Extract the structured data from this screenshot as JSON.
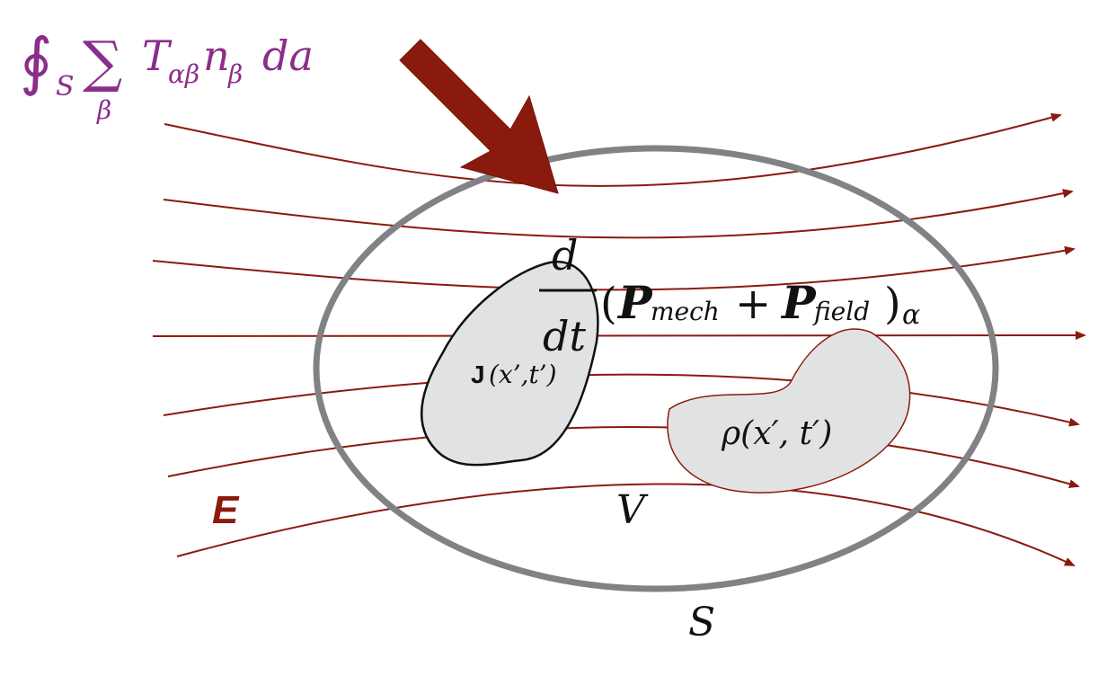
{
  "colors": {
    "field_line": "#8B1A0E",
    "arrow": "#8B1A0E",
    "surface": "#808285",
    "region_fill": "#e1e2e4",
    "region_outline_current": "#111111",
    "region_outline_charge": "#8B1A0E",
    "formula": "#8B2D8B",
    "text": "#111111"
  },
  "formula": {
    "integral": "∮",
    "integral_sub": "S",
    "sum": "∑",
    "sum_sub": "β",
    "T": "T",
    "T_sub": "αβ",
    "n": "n",
    "n_sub": "β",
    "da": "da"
  },
  "momentum": {
    "d_num": "d",
    "dt_den": "dt",
    "open": "(",
    "P1": "P",
    "P1_sub": "mech",
    "plus": "+",
    "P2": "P",
    "P2_sub": "field",
    "close": ")",
    "outer_sub": "α"
  },
  "labels": {
    "current": "J",
    "current_args": "(x’,t’)",
    "charge": "ρ(x′, t′)",
    "field": "E",
    "volume": "V",
    "surface": "S"
  },
  "icons": {
    "flow_arrow": "big-arrow-icon"
  }
}
